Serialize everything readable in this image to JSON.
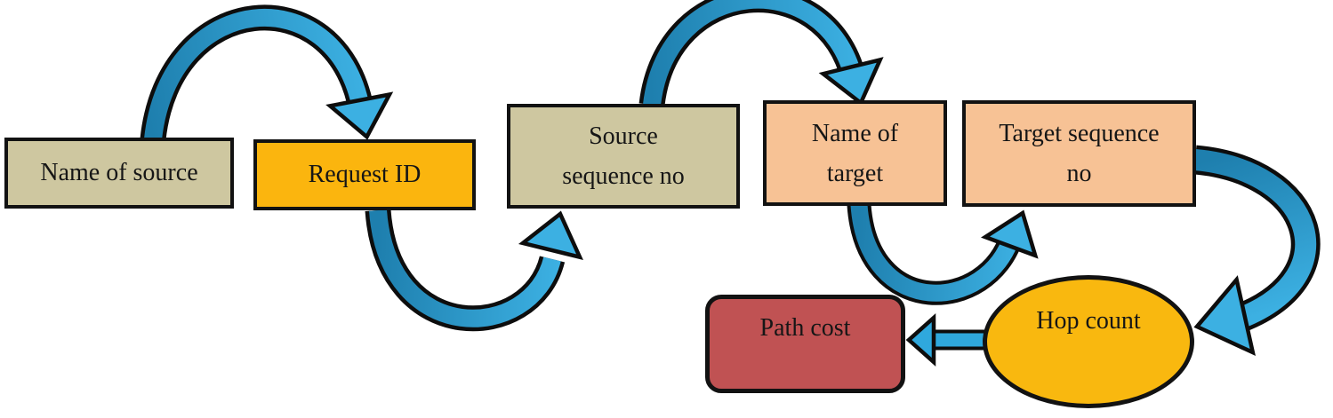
{
  "diagram": {
    "nodes": {
      "name_of_source": {
        "label": "Name of source",
        "shape": "rectangle",
        "fill": "#cec7a0"
      },
      "request_id": {
        "label": "Request ID",
        "shape": "rectangle",
        "fill": "#fbb50e"
      },
      "source_sequence_no": {
        "label": "Source\nsequence no",
        "shape": "rectangle",
        "fill": "#cec7a0"
      },
      "name_of_target": {
        "label": "Name of\ntarget",
        "shape": "rectangle",
        "fill": "#f7c295"
      },
      "target_sequence_no": {
        "label": "Target sequence\nno",
        "shape": "rectangle",
        "fill": "#f7c295"
      },
      "hop_count": {
        "label": "Hop count",
        "shape": "ellipse",
        "fill": "#f9b80f"
      },
      "path_cost": {
        "label": "Path cost",
        "shape": "rounded-rectangle",
        "fill": "#c05253"
      }
    },
    "edges": [
      {
        "from": "name_of_source",
        "to": "request_id",
        "style": "arc-over-top"
      },
      {
        "from": "request_id",
        "to": "source_sequence_no",
        "style": "arc-under-bottom"
      },
      {
        "from": "source_sequence_no",
        "to": "name_of_target",
        "style": "arc-over-top"
      },
      {
        "from": "name_of_target",
        "to": "target_sequence_no",
        "style": "arc-under-bottom"
      },
      {
        "from": "target_sequence_no",
        "to": "hop_count",
        "style": "arc-right-sweep"
      },
      {
        "from": "hop_count",
        "to": "path_cost",
        "style": "straight-left"
      }
    ],
    "colors": {
      "arrow_dark_blue": "#1e7fae",
      "arrow_light_blue": "#3cb0e2",
      "outline_black": "#121212",
      "background": "#ffffff"
    }
  }
}
